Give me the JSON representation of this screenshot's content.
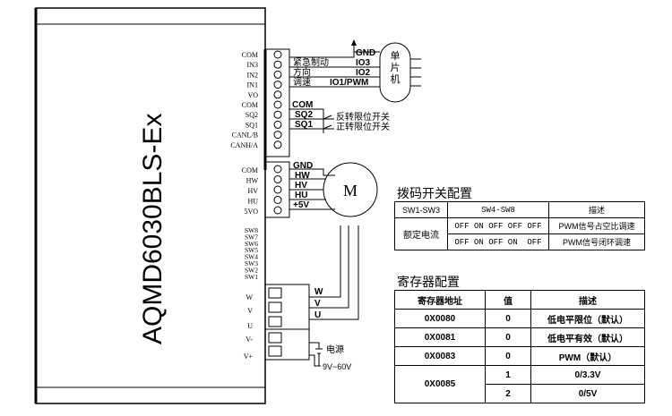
{
  "colors": {
    "line": "#000000",
    "background": "#ffffff"
  },
  "device": {
    "model": "AQMD6030BLS-Ex"
  },
  "terminals": {
    "top": [
      "COM",
      "IN3",
      "IN2",
      "IN1",
      "VO",
      "COM",
      "SQ2",
      "SQ1",
      "CANL/B",
      "CANH/A"
    ],
    "middle": [
      "COM",
      "HW",
      "HV",
      "HU",
      "5VO"
    ],
    "switches": [
      "SW8",
      "SW7",
      "SW6",
      "SW5",
      "SW4",
      "SW3",
      "SW2",
      "SW1"
    ],
    "power": [
      "W",
      "V",
      "U",
      "V-",
      "V+"
    ]
  },
  "control": {
    "gnd": "GND",
    "rows": [
      {
        "label": "紧急制动",
        "code": "IO3"
      },
      {
        "label": "方向",
        "code": "IO2"
      },
      {
        "label": "调速",
        "code": "IO1/PWM"
      }
    ],
    "mcu": "单片机"
  },
  "limit": {
    "com": "COM",
    "rows": [
      {
        "code": "SQ2",
        "label": "反转限位开关"
      },
      {
        "code": "SQ1",
        "label": "正转限位开关"
      }
    ]
  },
  "hall": {
    "labels": [
      "GND",
      "HW",
      "HV",
      "HU",
      "+5V"
    ],
    "motor": "M"
  },
  "phase": {
    "labels": [
      "W",
      "V",
      "U"
    ]
  },
  "power_supply": {
    "label": "电源",
    "range": "9V~60V"
  },
  "dip_config": {
    "title": "拨码开关配置",
    "headers": [
      "SW1-SW3",
      "SW4-SW8",
      "描述"
    ],
    "group": "额定电流",
    "rows": [
      {
        "switches": "OFF ON OFF OFF OFF",
        "desc": "PWM信号占空比调速"
      },
      {
        "switches": "OFF ON OFF ON  OFF",
        "desc": "PWM信号闭环调速"
      }
    ]
  },
  "reg_config": {
    "title": "寄存器配置",
    "headers": [
      "寄存器地址",
      "值",
      "描述"
    ],
    "rows": [
      {
        "addr": "0X0080",
        "value": "0",
        "desc": "低电平限位（默认）"
      },
      {
        "addr": "0X0081",
        "value": "0",
        "desc": "低电平有效（默认）"
      },
      {
        "addr": "0X0083",
        "value": "0",
        "desc": "PWM（默认）"
      }
    ],
    "multi": {
      "addr": "0X0085",
      "rows": [
        {
          "value": "1",
          "desc": "0/3.3V"
        },
        {
          "value": "2",
          "desc": "0/5V"
        }
      ]
    }
  }
}
